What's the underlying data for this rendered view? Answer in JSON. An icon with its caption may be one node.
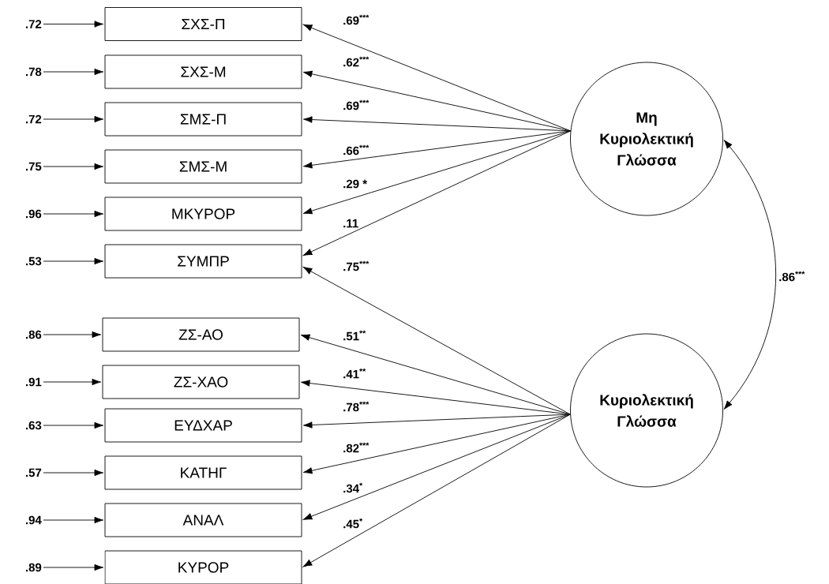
{
  "diagram": {
    "nodes": [
      {
        "text": [
          "ΣΧΣ-Π"
        ]
      },
      {
        "text": [
          "ΣΧΣ-Μ"
        ]
      },
      {
        "text": [
          "ΣΜΣ-Π"
        ]
      },
      {
        "text": [
          "ΣΜΣ-Μ"
        ]
      },
      {
        "text": [
          "ΜΚΥΡΟΡ"
        ]
      },
      {
        "text": [
          "ΣΥΜΠΡ"
        ]
      },
      {
        "text": [
          "ΖΣ-ΑΟ"
        ]
      },
      {
        "text": [
          "ΖΣ-ΧΑΟ"
        ]
      },
      {
        "text": [
          "ΕΥΔΧΑΡ"
        ]
      },
      {
        "text": [
          "ΚΑΤΗΓ"
        ]
      },
      {
        "text": [
          "ΑΝΑΛ"
        ]
      },
      {
        "text": [
          "ΚΥΡΟΡ"
        ]
      },
      {
        "text": [
          ".72"
        ]
      },
      {
        "text": [
          ".78"
        ]
      },
      {
        "text": [
          ".72"
        ]
      },
      {
        "text": [
          ".75"
        ]
      },
      {
        "text": [
          ".96"
        ]
      },
      {
        "text": [
          ".53"
        ]
      },
      {
        "text": [
          ".86"
        ]
      },
      {
        "text": [
          ".91"
        ]
      },
      {
        "text": [
          ".63"
        ]
      },
      {
        "text": [
          ".57"
        ]
      },
      {
        "text": [
          ".94"
        ]
      },
      {
        "text": [
          ".89"
        ]
      },
      {
        "text": [
          "Μη Κυριολεκτική Γλώσσα"
        ]
      },
      {
        "text": [
          "Κυριολεκτική Γλώσσα"
        ]
      }
    ],
    "edges": [
      {
        "from": 12,
        "to": 0,
        "arrow": "to"
      },
      {
        "from": 13,
        "to": 1,
        "arrow": "to"
      },
      {
        "from": 14,
        "to": 2,
        "arrow": "to"
      },
      {
        "from": 15,
        "to": 3,
        "arrow": "to"
      },
      {
        "from": 16,
        "to": 4,
        "arrow": "to"
      },
      {
        "from": 17,
        "to": 5,
        "arrow": "to"
      },
      {
        "from": 18,
        "to": 6,
        "arrow": "to"
      },
      {
        "from": 19,
        "to": 7,
        "arrow": "to"
      },
      {
        "from": 20,
        "to": 8,
        "arrow": "to"
      },
      {
        "from": 21,
        "to": 9,
        "arrow": "to"
      },
      {
        "from": 22,
        "to": 10,
        "arrow": "to"
      },
      {
        "from": 23,
        "to": 11,
        "arrow": "to"
      },
      {
        "from": 24,
        "to": 0,
        "arrow": "to",
        "label": ".69$^{***}$"
      },
      {
        "from": 24,
        "to": 1,
        "arrow": "to",
        "label": ".62$^{***}$"
      },
      {
        "from": 24,
        "to": 2,
        "arrow": "to",
        "label": ".69$^{***}$"
      },
      {
        "from": 24,
        "to": 3,
        "arrow": "to",
        "label": ".66$^{***}$"
      },
      {
        "from": 24,
        "to": 4,
        "arrow": "to",
        "label": ".29 *"
      },
      {
        "from": 24,
        "to": 5,
        "arrow": "to",
        "label": ".11"
      },
      {
        "from": 25,
        "to": 5,
        "arrow": "to",
        "label": ".75$^{***}$"
      },
      {
        "from": 25,
        "to": 6,
        "arrow": "to",
        "label": ".51$^{**}$"
      },
      {
        "from": 25,
        "to": 7,
        "arrow": "to",
        "label": ".41$^{**}$"
      },
      {
        "from": 25,
        "to": 8,
        "arrow": "to",
        "label": ".78$^{***}$"
      },
      {
        "from": 25,
        "to": 9,
        "arrow": "to",
        "label": ".82$^{***}$"
      },
      {
        "from": 25,
        "to": 10,
        "arrow": "to",
        "label": ".34$^{*}$"
      },
      {
        "from": 25,
        "to": 11,
        "arrow": "to",
        "label": ".45$^{*}$"
      },
      {
        "from": 24,
        "to": 25,
        "arrow": "both",
        "label": ".86$^{***}$"
      }
    ]
  }
}
